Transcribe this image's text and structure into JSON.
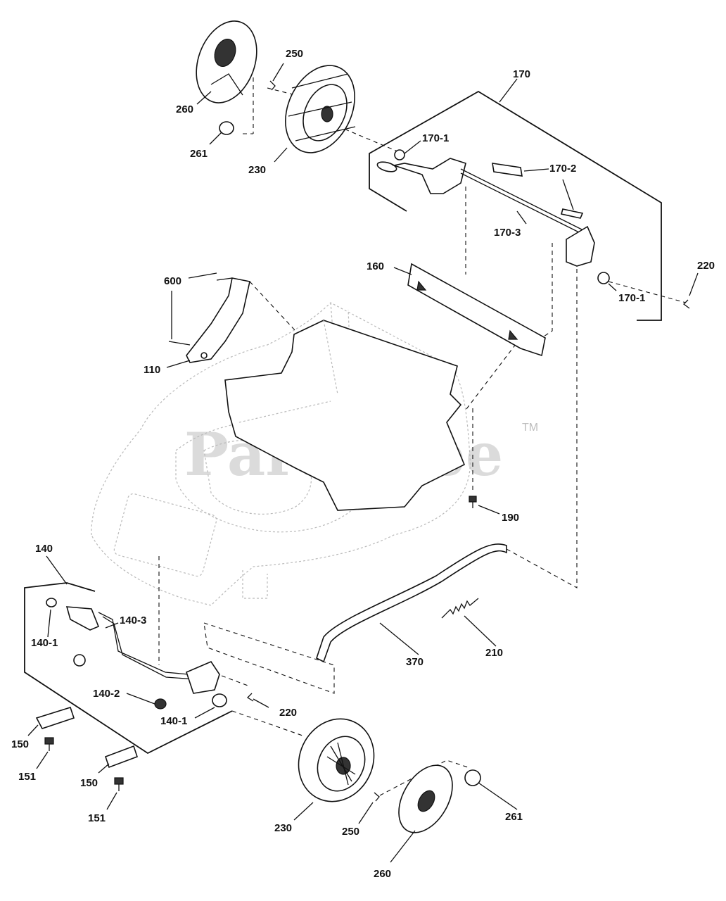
{
  "watermark": {
    "text": "PartsTree",
    "trademark": "TM"
  },
  "callouts": [
    {
      "id": "c250a",
      "text": "250"
    },
    {
      "id": "c260a",
      "text": "260"
    },
    {
      "id": "c261a",
      "text": "261"
    },
    {
      "id": "c230a",
      "text": "230"
    },
    {
      "id": "c170",
      "text": "170"
    },
    {
      "id": "c1701a",
      "text": "170-1"
    },
    {
      "id": "c1702",
      "text": "170-2"
    },
    {
      "id": "c1703",
      "text": "170-3"
    },
    {
      "id": "c160",
      "text": "160"
    },
    {
      "id": "c220a",
      "text": "220"
    },
    {
      "id": "c1701b",
      "text": "170-1"
    },
    {
      "id": "c600",
      "text": "600"
    },
    {
      "id": "c110",
      "text": "110"
    },
    {
      "id": "c190",
      "text": "190"
    },
    {
      "id": "c140",
      "text": "140"
    },
    {
      "id": "c1401a",
      "text": "140-1"
    },
    {
      "id": "c1403",
      "text": "140-3"
    },
    {
      "id": "c1402",
      "text": "140-2"
    },
    {
      "id": "c1401b",
      "text": "140-1"
    },
    {
      "id": "c220b",
      "text": "220"
    },
    {
      "id": "c150a",
      "text": "150"
    },
    {
      "id": "c151a",
      "text": "151"
    },
    {
      "id": "c150b",
      "text": "150"
    },
    {
      "id": "c151b",
      "text": "151"
    },
    {
      "id": "c370",
      "text": "370"
    },
    {
      "id": "c210",
      "text": "210"
    },
    {
      "id": "c230b",
      "text": "230"
    },
    {
      "id": "c250b",
      "text": "250"
    },
    {
      "id": "c261b",
      "text": "261"
    },
    {
      "id": "c260b",
      "text": "260"
    }
  ]
}
